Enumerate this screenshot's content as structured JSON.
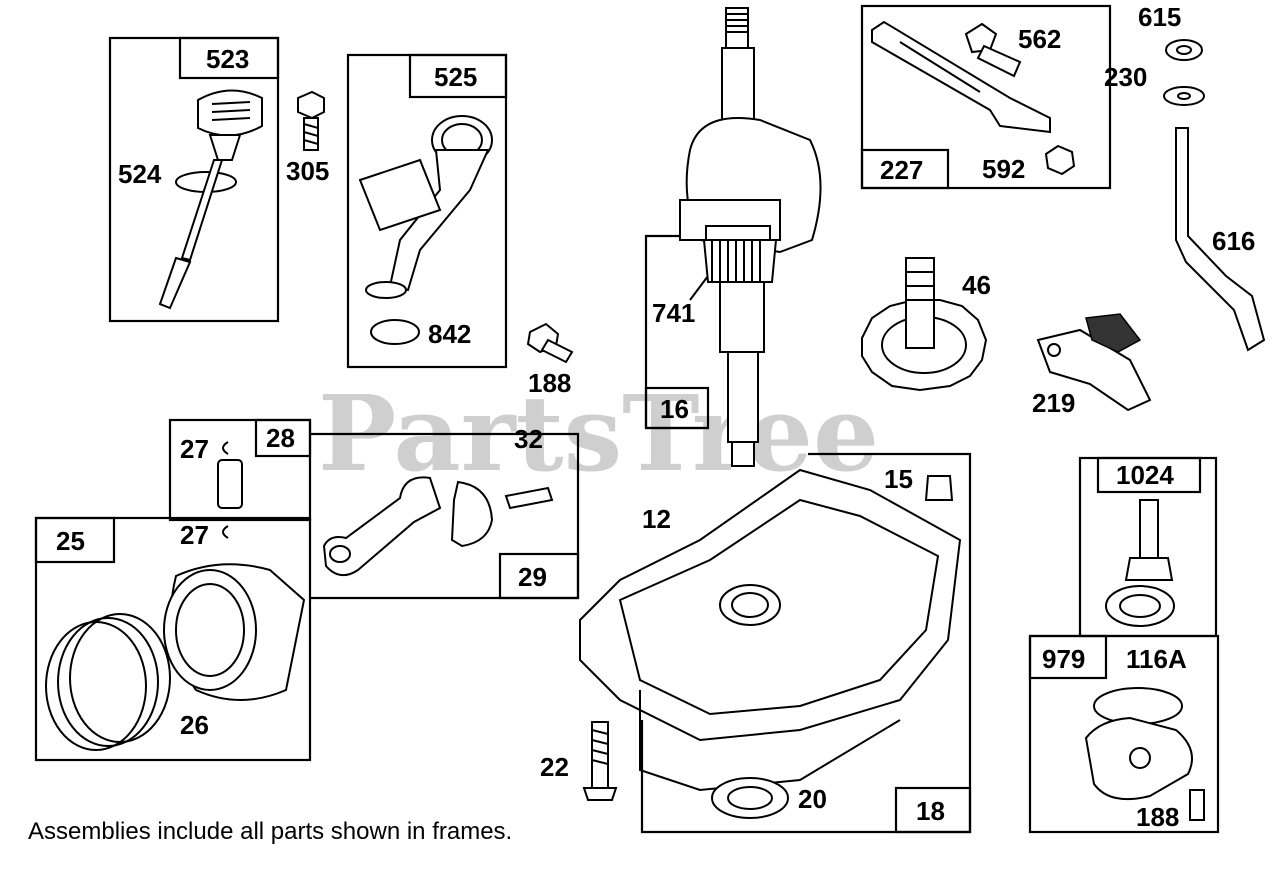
{
  "watermark": "PartsTree",
  "caption": "Assemblies include all parts shown in frames.",
  "callouts": {
    "p523": "523",
    "p524": "524",
    "p305": "305",
    "p525": "525",
    "p842": "842",
    "p188a": "188",
    "p741": "741",
    "p16": "16",
    "p562": "562",
    "p227": "227",
    "p592": "592",
    "p615": "615",
    "p230": "230",
    "p616": "616",
    "p46": "46",
    "p219": "219",
    "p28": "28",
    "p27a": "27",
    "p27b": "27",
    "p25": "25",
    "p26": "26",
    "p32": "32",
    "p29": "29",
    "p12": "12",
    "p15": "15",
    "p22": "22",
    "p20": "20",
    "p18": "18",
    "p1024": "1024",
    "p979": "979",
    "p116A": "116A",
    "p188b": "188"
  }
}
